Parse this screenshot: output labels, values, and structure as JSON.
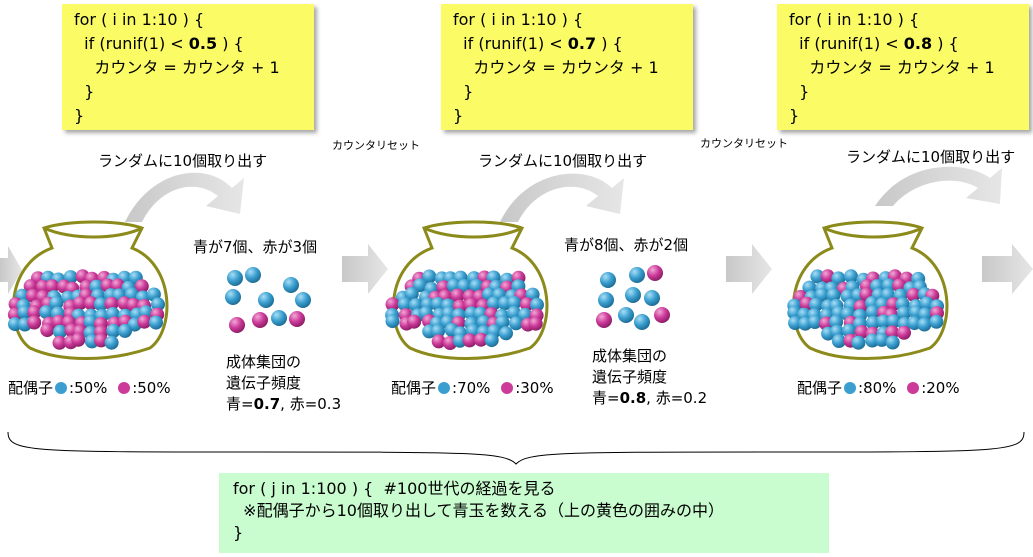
{
  "code_blocks": [
    {
      "lines": [
        "for ( i in 1:10 ) {",
        "  if (runif(1) < ",
        "    カウンタ = カウンタ + 1",
        "  }",
        "}"
      ],
      "threshold": "0.5",
      "suffix": " ) {"
    },
    {
      "lines": [
        "for ( i in 1:10 ) {",
        "  if (runif(1) < ",
        "    カウンタ = カウンタ + 1",
        "  }",
        "}"
      ],
      "threshold": "0.7",
      "suffix": " ) {"
    },
    {
      "lines": [
        "for ( i in 1:10 ) {",
        "  if (runif(1) < ",
        "    カウンタ = カウンタ + 1",
        "  }",
        "}"
      ],
      "threshold": "0.8",
      "suffix": " ) {"
    }
  ],
  "draw_label": "ランダムに10個取り出す",
  "reset_label": "カウンタリセット",
  "samples": [
    {
      "count_text": "青が7個、赤が3個",
      "pop_title_1": "成体集団の",
      "pop_title_2": "遺伝子頻度",
      "blue_label": "青=",
      "blue_value": "0.7",
      "red_label": ", 赤=0.3"
    },
    {
      "count_text": "青が8個、赤が2個",
      "pop_title_1": "成体集団の",
      "pop_title_2": "遺伝子頻度",
      "blue_label": "青=",
      "blue_value": "0.8",
      "red_label": ", 赤=0.2"
    }
  ],
  "alleles": [
    {
      "prefix": "配偶子",
      "blue": ":50%",
      "red": ":50%"
    },
    {
      "prefix": "配偶子",
      "blue": ":70%",
      "red": ":30%"
    },
    {
      "prefix": "配偶子",
      "blue": ":80%",
      "red": ":20%"
    }
  ],
  "bottom_code": {
    "line1": "for ( j in 1:100 ) {  #100世代の経過を見る",
    "line2": "  ※配偶子から10個取り出して青玉を数える（上の黄色の囲みの中）",
    "line3": "}"
  },
  "colors": {
    "blue": "#3a9fd0",
    "red": "#cc3a9a",
    "code_bg": "#fbfb66",
    "bottom_bg": "#c9fccf",
    "jar": "#8b8a1a"
  }
}
